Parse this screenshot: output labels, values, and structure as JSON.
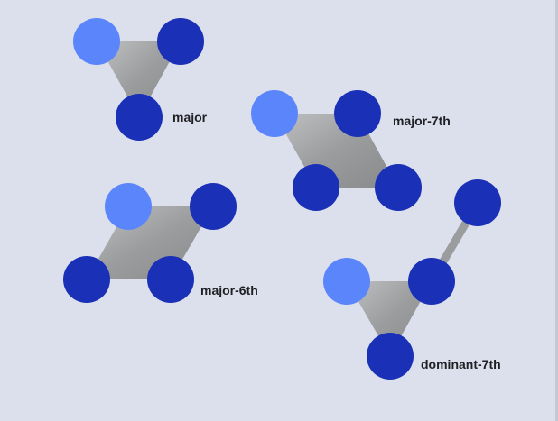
{
  "colors": {
    "background": "#dce0ec",
    "root_note": "#5b86fb",
    "chord_note": "#1a30b6",
    "shape_fill": "#9a9c9e",
    "label_text": "#1f1f24"
  },
  "chords": [
    {
      "label": "major",
      "note_roles": [
        "root",
        "chord",
        "chord"
      ]
    },
    {
      "label": "major-7th",
      "note_roles": [
        "root",
        "chord",
        "chord",
        "chord"
      ]
    },
    {
      "label": "major-6th",
      "note_roles": [
        "root",
        "chord",
        "chord",
        "chord"
      ]
    },
    {
      "label": "dominant-7th",
      "note_roles": [
        "root",
        "chord",
        "chord",
        "chord"
      ]
    }
  ]
}
